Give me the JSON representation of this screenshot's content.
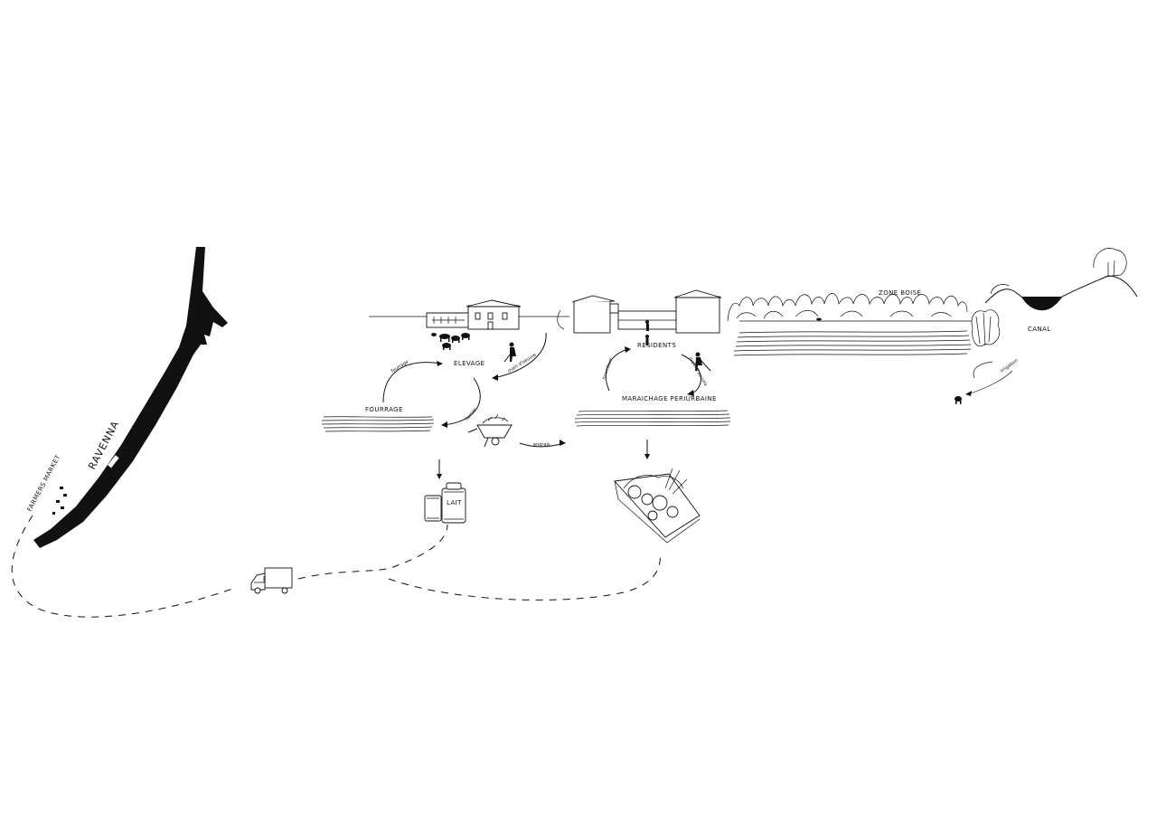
{
  "labels": {
    "city": "RAVENNA",
    "market": "FARMERS MARKET",
    "forest": "ZONE BOISÉ",
    "canal": "CANAL",
    "livestock": "ELEVAGE",
    "fodder": "FOURRAGE",
    "residents": "RESIDENTS",
    "market_gardening": "MARAICHAGE PERIURBAINE",
    "milk": "LAIT"
  },
  "arrow_labels": {
    "fodder_to_livestock": "fourrage",
    "livestock_to_fodder": "fumier",
    "labour": "main d'oeuvre",
    "residents_to_garden": "main d'oeuvre",
    "garden_to_residents": "nourriture",
    "compost": "engrais",
    "canal_irrigation": "irrigation"
  }
}
